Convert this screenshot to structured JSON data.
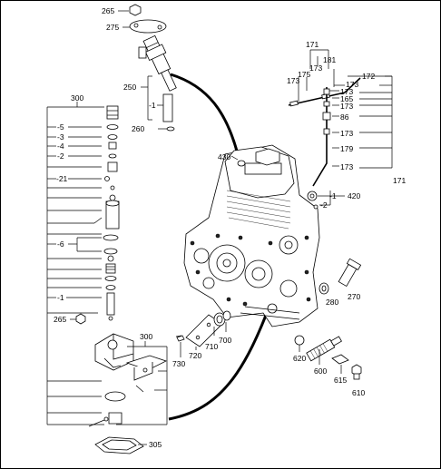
{
  "labels": {
    "l265a": "265",
    "l275": "275",
    "l250": "250",
    "l1a": "-1",
    "l260": "260",
    "l300a": "300",
    "l5": "-5",
    "l3": "-3",
    "l4": "-4",
    "l2a": "-2",
    "l21": "-21",
    "l6": "-6",
    "l1b": "-1",
    "l265b": "265",
    "l171a": "171",
    "l175": "175",
    "l181": "181",
    "l173a": "173",
    "l173b": "173",
    "l172": "172",
    "l173c": "173",
    "l173d": "173",
    "l165": "165",
    "l173e": "173",
    "l86": "86",
    "l173f": "173",
    "l179": "179",
    "l173g": "173",
    "l171b": "171",
    "l430": "430",
    "l1c": "-1",
    "l420": "420",
    "l2b": "-2",
    "l280": "280",
    "l270": "270",
    "l300b": "300",
    "l730": "730",
    "l720": "720",
    "l710": "710",
    "l700": "700",
    "l620": "620",
    "l600": "600",
    "l615": "615",
    "l610": "610",
    "l305": "305"
  }
}
